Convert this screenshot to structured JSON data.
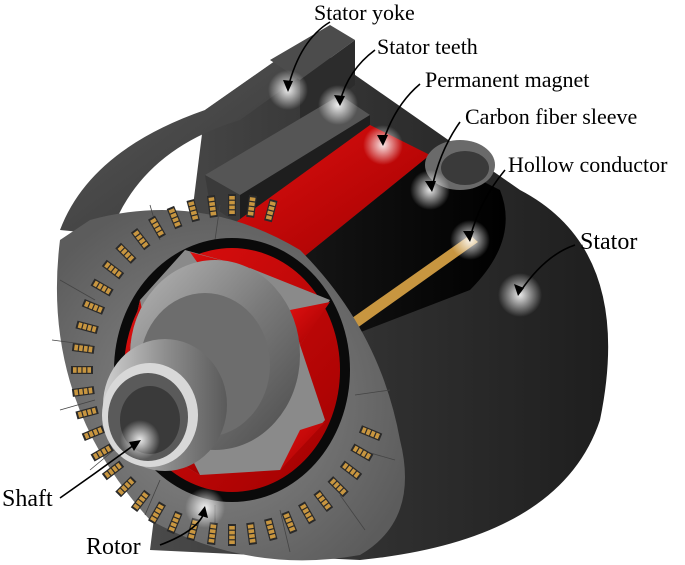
{
  "labels": {
    "stator_yoke": "Stator yoke",
    "stator_teeth": "Stator teeth",
    "permanent_magnet": "Permanent magnet",
    "carbon_fiber_sleeve": "Carbon fiber sleeve",
    "hollow_conductor": "Hollow conductor",
    "stator": "Stator",
    "shaft": "Shaft",
    "rotor": "Rotor"
  },
  "colors": {
    "stator_dark": "#3a3a3a",
    "stator_face": "#6e6e6e",
    "magnet_red": "#d40000",
    "sleeve_black": "#0a0a0a",
    "conductor_gold": "#c89640",
    "shaft_grey": "#9a9a9a"
  },
  "magnet_pole_count": 5,
  "slot_count": 48
}
